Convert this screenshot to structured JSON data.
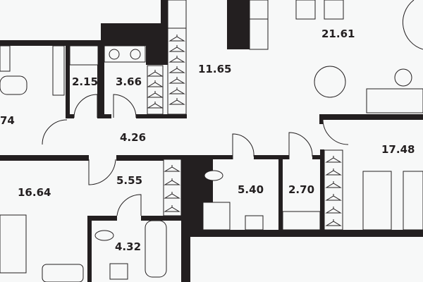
{
  "plan": {
    "rooms": [
      {
        "id": "bedroom-left-top",
        "area": "74"
      },
      {
        "id": "closet-a",
        "area": "2.15"
      },
      {
        "id": "laundry",
        "area": "3.66"
      },
      {
        "id": "hall-upper",
        "area": "11.65"
      },
      {
        "id": "kitchen-living",
        "area": "21.61"
      },
      {
        "id": "corridor",
        "area": "4.26"
      },
      {
        "id": "bedroom-right",
        "area": "17.48"
      },
      {
        "id": "bedroom-left-bottom",
        "area": "16.64"
      },
      {
        "id": "hall-lower",
        "area": "5.55"
      },
      {
        "id": "bathroom-main",
        "area": "5.40"
      },
      {
        "id": "closet-b",
        "area": "2.70"
      },
      {
        "id": "bathroom-small",
        "area": "4.32"
      }
    ],
    "colors": {
      "wall": "#231f20",
      "background": "#f7f8f8"
    }
  }
}
